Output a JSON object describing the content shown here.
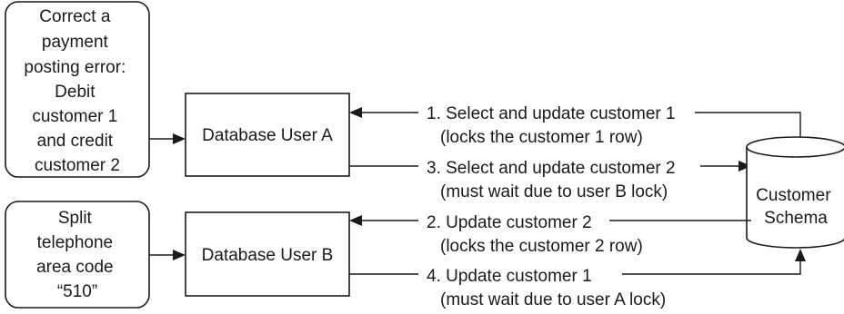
{
  "tasks": {
    "a": {
      "lines": [
        "Correct a",
        "payment",
        "posting error:",
        "Debit",
        "customer 1",
        "and credit",
        "customer 2"
      ]
    },
    "b": {
      "lines": [
        "Split",
        "telephone",
        "area code",
        "“510”"
      ]
    }
  },
  "users": {
    "a": "Database User A",
    "b": "Database User B"
  },
  "schema": {
    "lines": [
      "Customer",
      "Schema"
    ]
  },
  "steps": [
    {
      "label": "1. Select and update customer 1",
      "note": "(locks the customer 1 row)"
    },
    {
      "label": "2. Update customer 2",
      "note": "(locks the customer 2 row)"
    },
    {
      "label": "3. Select and update customer 2",
      "note": "(must wait due to user B lock)"
    },
    {
      "label": "4. Update customer 1",
      "note": "(must wait due to user A lock)"
    }
  ]
}
